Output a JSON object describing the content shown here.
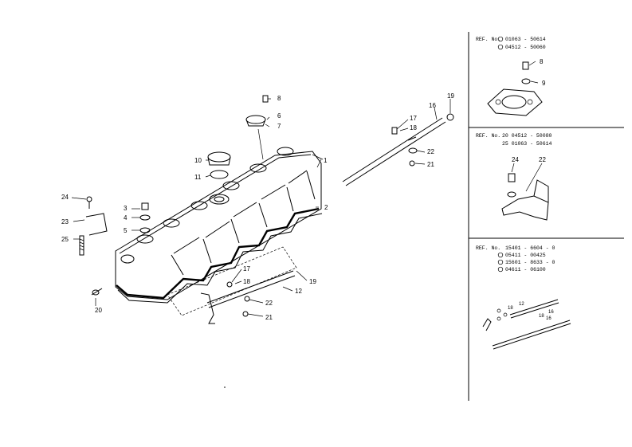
{
  "callouts": {
    "main": [
      "1",
      "2",
      "3",
      "4",
      "5",
      "6",
      "7",
      "8",
      "10",
      "11",
      "12",
      "16",
      "17",
      "18",
      "19",
      "20",
      "21",
      "22",
      "23",
      "24",
      "25",
      "17",
      "18",
      "19",
      "21",
      "22"
    ],
    "p1": {
      "n8": "8",
      "n9": "9"
    },
    "p2": {
      "n24": "24",
      "n22": "22"
    },
    "p3": {
      "n12": "12",
      "n18": "18",
      "n16": "16",
      "n16b": "16",
      "n18b": "18"
    }
  },
  "panels": [
    {
      "prefix": "REF. No.",
      "lines": [
        "01063 - 50614",
        "04512 - 50060"
      ]
    },
    {
      "prefix": "REF. No.",
      "lines": [
        "20 04512 - 50080",
        "25 01063 - 50614"
      ]
    },
    {
      "prefix": "REF. No.",
      "lines": [
        "15401 - 6604 - 0",
        "05411 - 00425",
        "15601 - 8633 - 0",
        "04611 - 06100"
      ]
    }
  ]
}
